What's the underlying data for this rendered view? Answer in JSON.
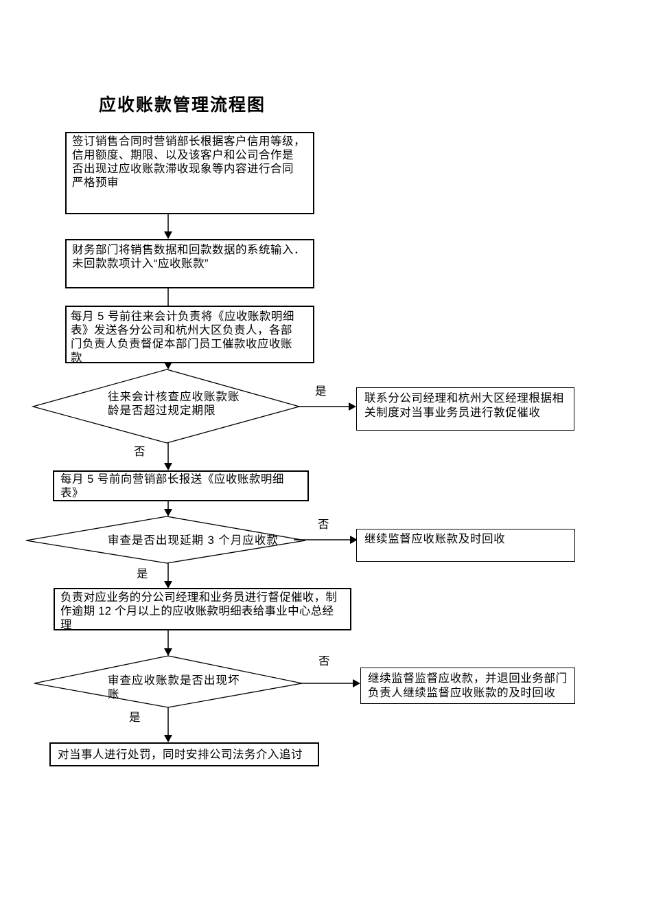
{
  "title": "应收账款管理流程图",
  "labels": {
    "yes": "是",
    "no": "否"
  },
  "steps": {
    "step1": "签订销售合同时营销部长根据客户信用等级，\n信用额度、期限、以及该客户和公司合作是\n否出现过应收账款滞收现象等内容进行合同\n严格预审",
    "step2": "财务部门将销售数据和回款数据的系统输入．\n未回款款项计入“应收账款”",
    "step3": "每月 5 号前往来会计负责将《应收账款明细\n表》发送各分公司和杭州大区负责人，各部\n门负责人负责督促本部门员工催款收应收账\n款",
    "step4": "每月 5 号前向营销部长报送《应收账款明细表》",
    "step5": "负责对应业务的分公司经理和业务员进行督促催收，制\n作逾期 12 个月以上的应收账款明细表给事业中心总经理",
    "step6": "对当事人进行处罚，同时安排公司法务介入追讨"
  },
  "decisions": {
    "decision1": "往来会计核查应收账款账\n龄是否超过规定期限",
    "decision2": "审查是否出现延期 3 个月应收款",
    "decision3": "审查应收账款是否出现坏\n账"
  },
  "side_steps": {
    "side1": "联系分公司经理和杭州大区经理根据相\n关制度对当事业务员进行敦促催收",
    "side2": "继续监督应收账款及时回收",
    "side3": "继续监督监督应收款，并退回业务部门\n负责人继续监督应收账款的及时回收"
  }
}
